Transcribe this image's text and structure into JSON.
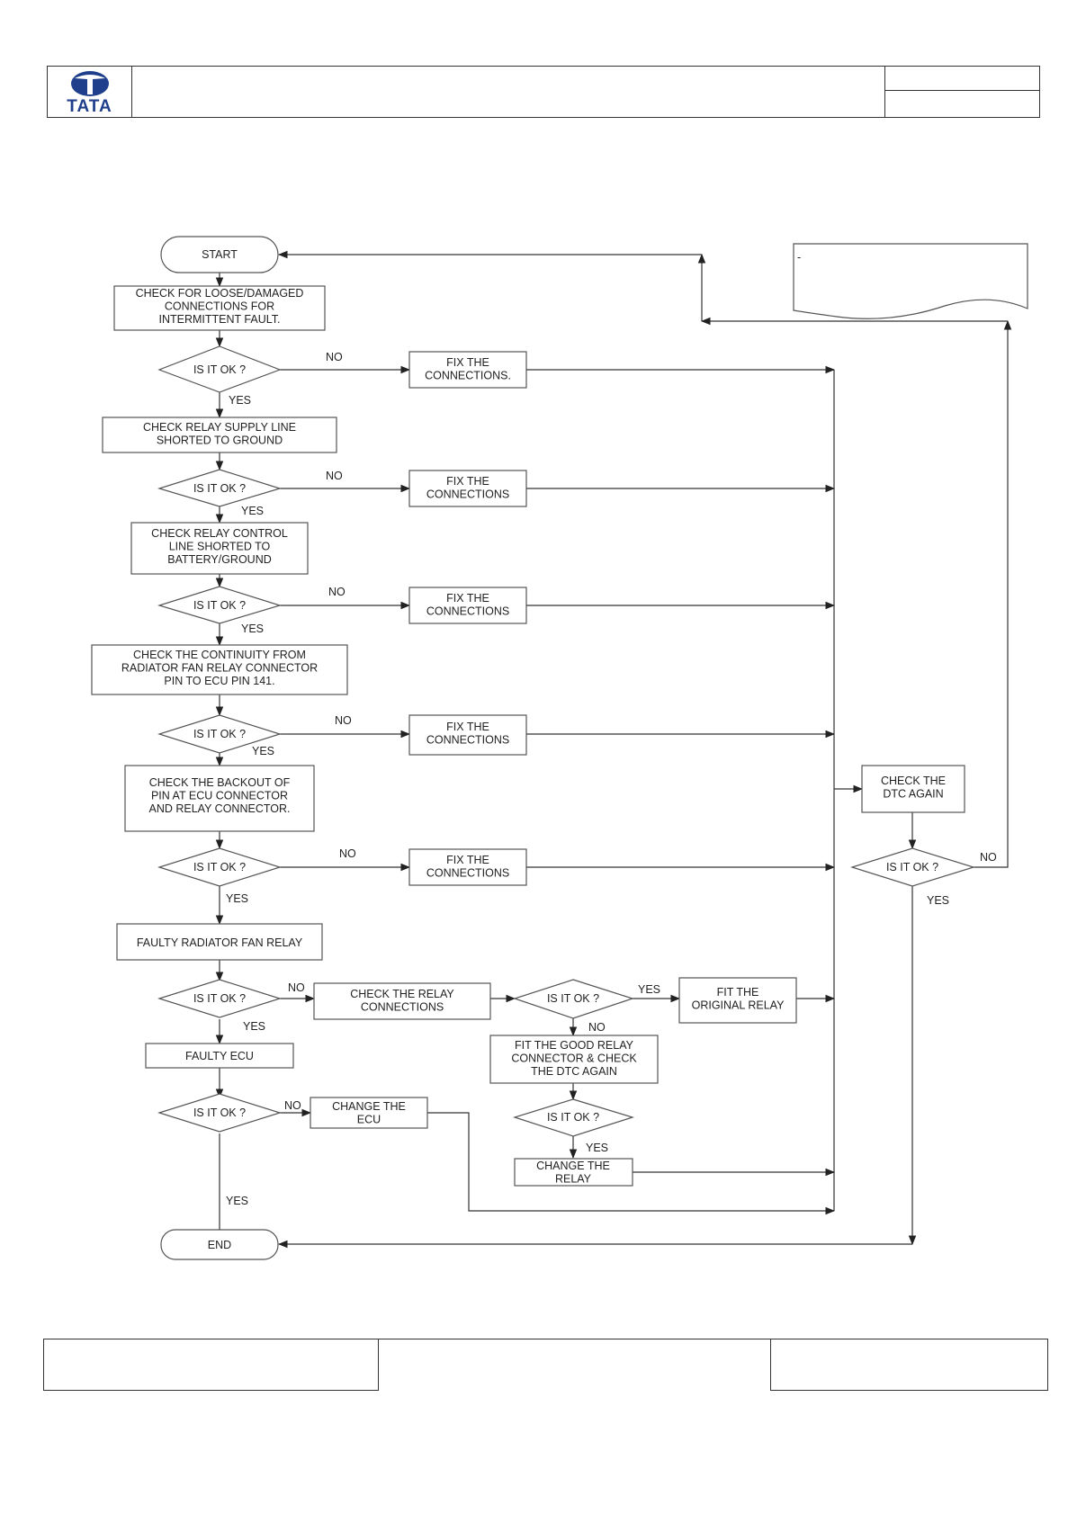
{
  "header": {
    "logo_text": "TATA"
  },
  "flowchart": {
    "start": "START",
    "end": "END",
    "step_loose": [
      "CHECK FOR LOOSE/DAMAGED",
      "CONNECTIONS FOR",
      "INTERMITTENT FAULT."
    ],
    "step_supply": [
      "CHECK RELAY SUPPLY LINE",
      "SHORTED TO GROUND"
    ],
    "step_control": [
      "CHECK RELAY CONTROL",
      "LINE SHORTED TO",
      "BATTERY/GROUND"
    ],
    "step_continuity": [
      "CHECK THE  CONTINUITY FROM",
      "RADIATOR FAN RELAY CONNECTOR",
      "PIN TO ECU PIN 141."
    ],
    "step_backout": [
      "CHECK THE BACKOUT OF",
      "PIN  AT ECU CONNECTOR",
      "AND RELAY CONNECTOR."
    ],
    "step_faulty_relay": "FAULTY RADIATOR FAN RELAY",
    "step_faulty_ecu": "FAULTY ECU",
    "step_check_relay_conn": [
      "CHECK THE RELAY",
      "CONNECTIONS"
    ],
    "step_fit_original": [
      "FIT THE",
      "ORIGINAL RELAY"
    ],
    "step_fit_good": [
      "FIT THE GOOD RELAY",
      "CONNECTOR & CHECK",
      "THE DTC AGAIN"
    ],
    "step_change_relay": [
      "CHANGE THE",
      "RELAY"
    ],
    "step_change_ecu": [
      "CHANGE THE",
      "ECU"
    ],
    "step_check_dtc": [
      "CHECK THE",
      "DTC AGAIN"
    ],
    "fix_connections_1": [
      "FIX THE",
      "CONNECTIONS."
    ],
    "fix_connections": [
      "FIX THE",
      "CONNECTIONS"
    ],
    "decision": "IS IT OK ?",
    "yes": "YES",
    "no": "NO",
    "note_mark": "-"
  }
}
